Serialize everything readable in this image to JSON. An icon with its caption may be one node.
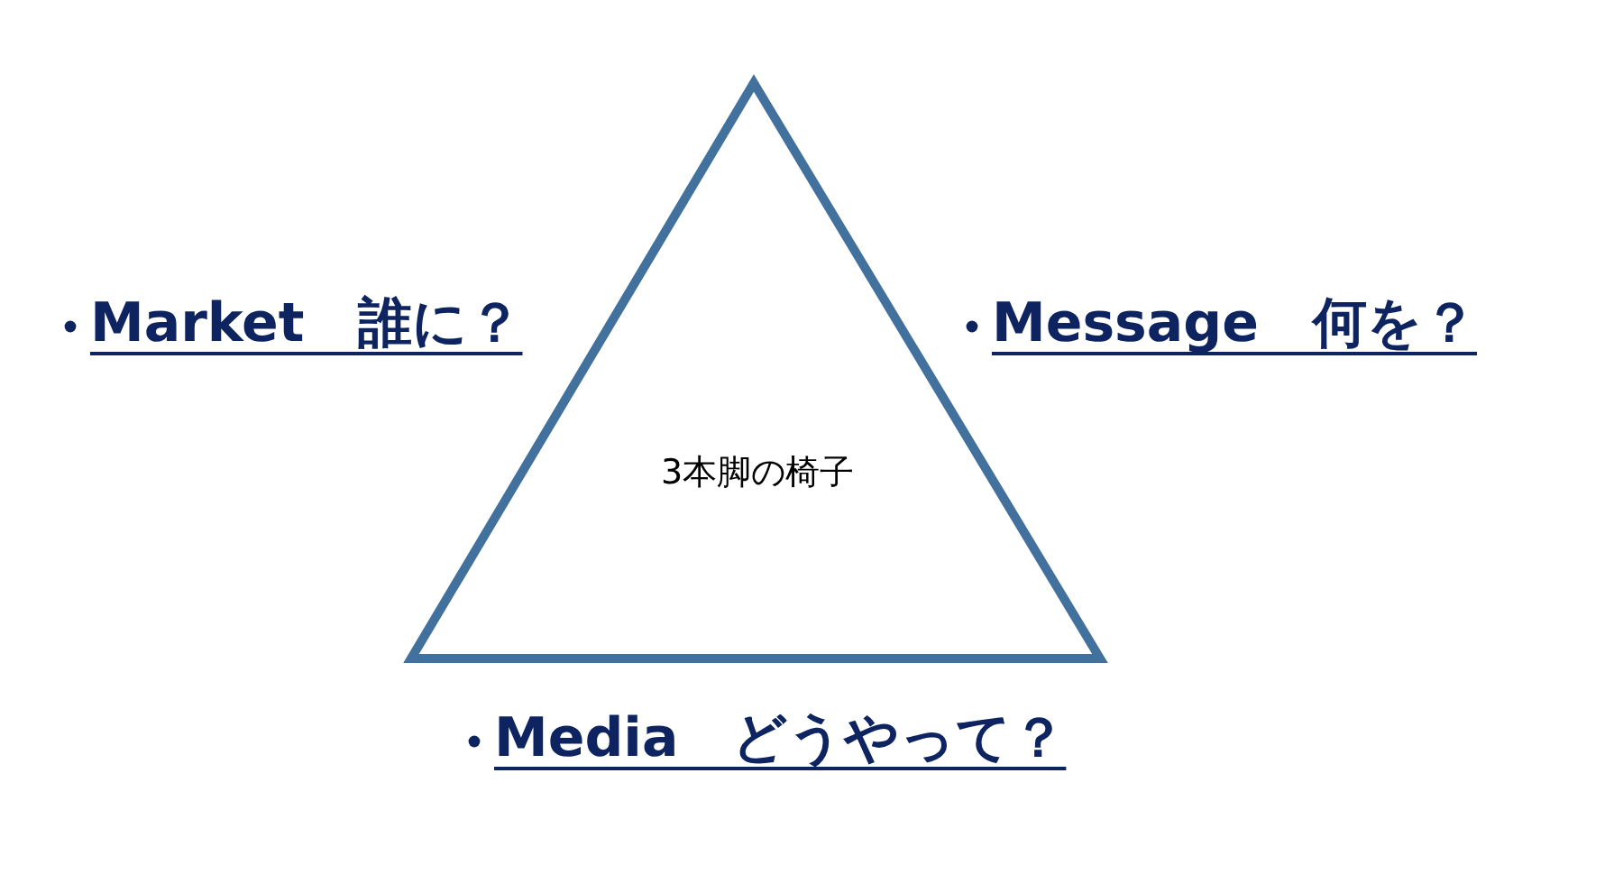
{
  "diagram": {
    "nodes": [
      {
        "text": [
          "3本脚の椅子"
        ]
      }
    ],
    "labels": [
      "Market　誰に？",
      "Message　何を？",
      "Media　どうやって？"
    ]
  }
}
